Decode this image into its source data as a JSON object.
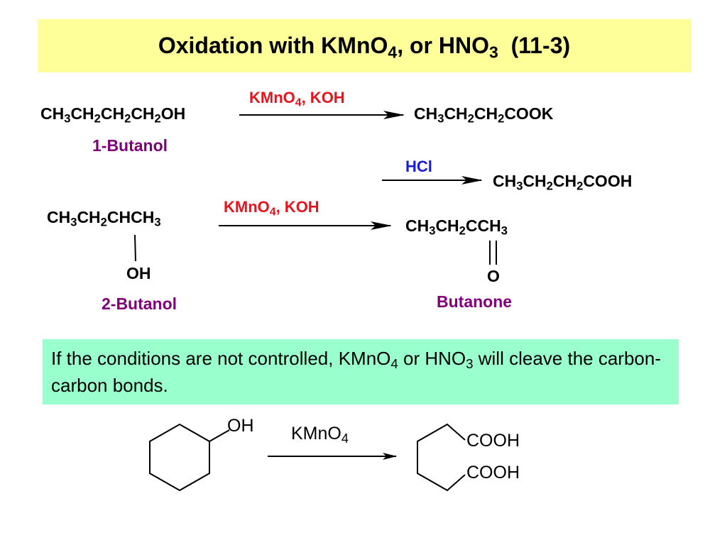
{
  "title": {
    "part1": "Oxidation with KMnO",
    "sub1": "4",
    "part2": ", or HNO",
    "sub2": "3",
    "part3": "  (11-3)"
  },
  "reaction1": {
    "reactant": [
      "CH",
      "3",
      "CH",
      "2",
      "CH",
      "2",
      "CH",
      "2",
      "OH"
    ],
    "reactant_name": "1-Butanol",
    "reagent": {
      "a": "KMnO",
      "sub": "4",
      "b": ", KOH"
    },
    "product": [
      "CH",
      "3",
      "CH",
      "2",
      "CH",
      "2",
      "COOK"
    ],
    "acid_reagent": "HCl",
    "acid_product": [
      "CH",
      "3",
      "CH",
      "2",
      "CH",
      "2",
      "COOH"
    ]
  },
  "reaction2": {
    "reactant": [
      "CH",
      "3",
      "CH",
      "2",
      "CHCH",
      "3"
    ],
    "reactant_substituent": "OH",
    "reactant_name": "2-Butanol",
    "reagent": {
      "a": "KMnO",
      "sub": "4",
      "b": ", KOH"
    },
    "product": [
      "CH",
      "3",
      "CH",
      "2",
      "CCH",
      "3"
    ],
    "product_substituent": "O",
    "product_name": "Butanone"
  },
  "note": {
    "a": "If the conditions are not controlled, KMnO",
    "sub1": "4",
    "b": " or HNO",
    "sub2": "3",
    "c": " will cleave the carbon-carbon bonds."
  },
  "reaction3": {
    "substituent": "OH",
    "reagent": {
      "a": "KMnO",
      "sub": "4"
    },
    "product_groups": [
      "COOH",
      "COOH"
    ]
  },
  "colors": {
    "title_bg": "#ffff99",
    "note_bg": "#99ffcc",
    "reagent_red": "#e8141d",
    "reagent_blue": "#1a1ae0",
    "name_purple": "#80007a"
  }
}
